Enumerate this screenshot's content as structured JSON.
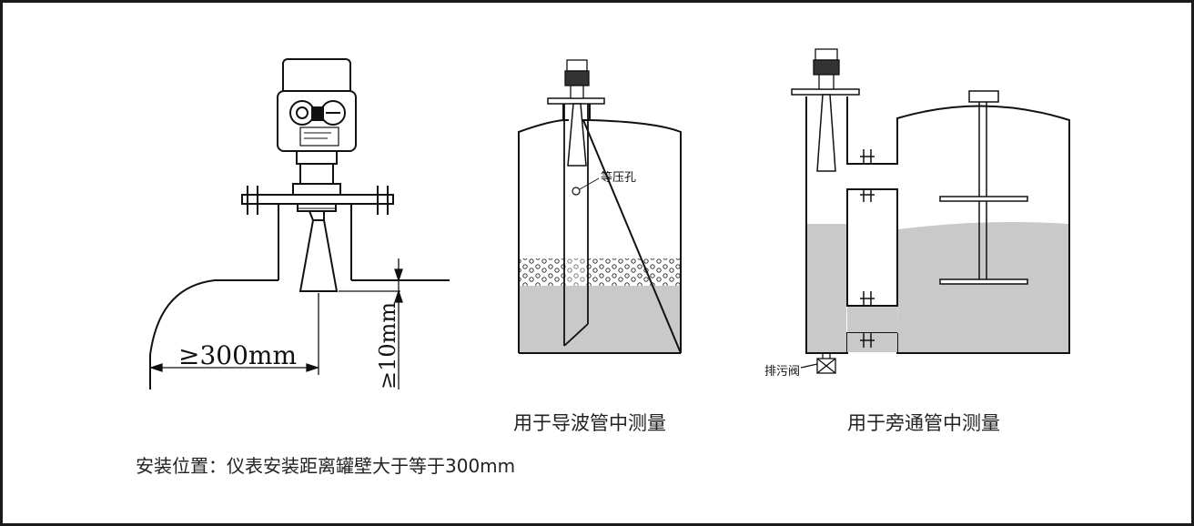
{
  "left_figure": {
    "distance_label": "≥300mm",
    "offset_label": "≥10mm"
  },
  "middle_figure": {
    "hole_label": "等压孔",
    "caption": "用于导波管中测量"
  },
  "right_figure": {
    "valve_label": "排污阀",
    "caption": "用于旁通管中测量"
  },
  "install_note": "安装位置：仪表安装距离罐壁大于等于300mm",
  "colors": {
    "line": "#111111",
    "liquid": "#c9c9c9",
    "frame": "#1a1a1a"
  }
}
